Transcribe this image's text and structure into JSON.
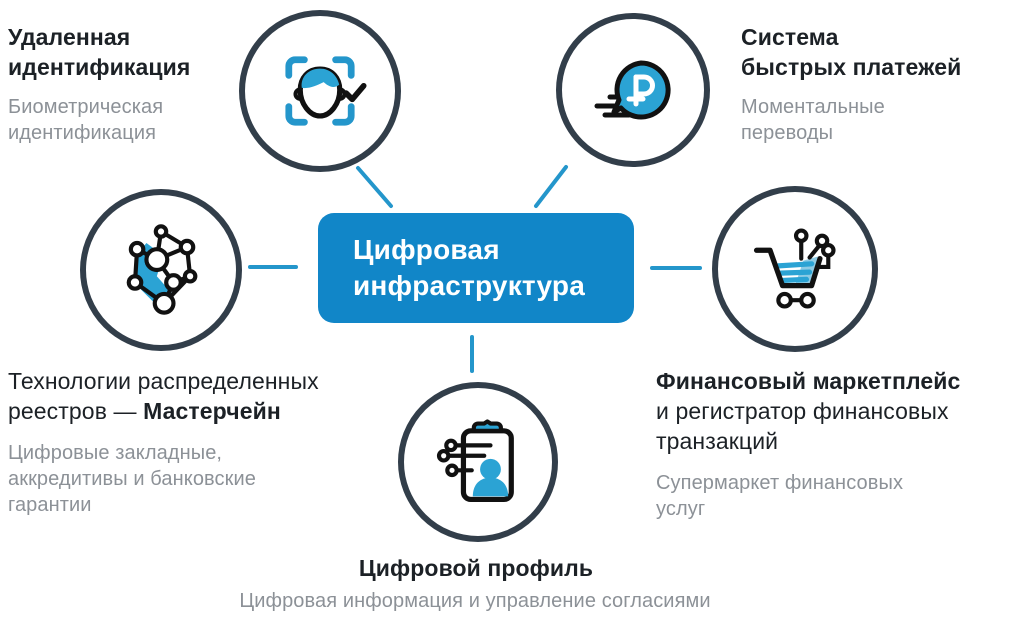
{
  "diagram": {
    "center": {
      "label": "Цифровая\nинфраструктура",
      "background_color": "#1186c8",
      "text_color": "#ffffff"
    },
    "nodes": [
      {
        "id": "remote-identification",
        "icon": "face-scan-icon",
        "title": "Удаленная\nидентификация",
        "subtitle": "Биометрическая\nидентификация"
      },
      {
        "id": "faster-payments",
        "icon": "ruble-coin-speed-icon",
        "title": "Система\nбыстрых платежей",
        "subtitle": "Моментальные\nпереводы"
      },
      {
        "id": "distributed-ledger",
        "icon": "network-blockchain-icon",
        "title_regular": "Технологии распределенных\nреестров — ",
        "title_bold": "Мастерчейн",
        "subtitle": "Цифровые закладные,\nаккредитивы и банковские\nгарантии"
      },
      {
        "id": "financial-marketplace",
        "icon": "shopping-cart-circuit-icon",
        "title_bold": "Финансовый маркетплейс",
        "title_regular": "\nи регистратор финансовых\nтранзакций",
        "subtitle": "Супермаркет финансовых\nуслуг"
      },
      {
        "id": "digital-profile",
        "icon": "profile-card-icon",
        "title": "Цифровой профиль",
        "subtitle": "Цифровая информация и управление согласиями"
      }
    ],
    "colors": {
      "accent_blue": "#2496cb",
      "icon_blue": "#2ba3d4",
      "ring_navy": "#323e4a",
      "heading_text": "#1c2126",
      "subtitle_text": "#8c9197",
      "background": "#ffffff"
    }
  }
}
